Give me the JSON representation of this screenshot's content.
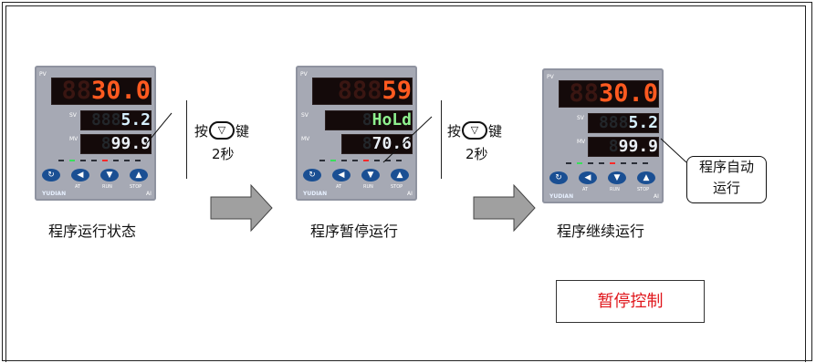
{
  "steps": [
    {
      "pv_label": "PV",
      "sv_label": "SV",
      "mv_label": "MV",
      "pv_ghost": "88",
      "pv": "30.0",
      "sv_ghost": "888",
      "sv": "5.2",
      "mv_ghost": "8",
      "mv": "99.9",
      "brand": "YUDIAN",
      "model": "AI",
      "btn_labels": [
        "AT",
        "RUN",
        "STOP"
      ],
      "caption": "程序运行状态"
    },
    {
      "pv_label": "PV",
      "sv_label": "SV",
      "mv_label": "MV",
      "pv_ghost": "888",
      "pv": "59",
      "sv_ghost": "8",
      "sv": "HoLd",
      "mv_ghost": "8",
      "mv": "70.6",
      "brand": "YUDIAN",
      "model": "AI",
      "btn_labels": [
        "AT",
        "RUN",
        "STOP"
      ],
      "caption": "程序暂停运行"
    },
    {
      "pv_label": "PV",
      "sv_label": "SV",
      "mv_label": "MV",
      "pv_ghost": "88",
      "pv": "30.0",
      "sv_ghost": "888",
      "sv": "5.2",
      "mv_ghost": "8",
      "mv": "99.9",
      "brand": "YUDIAN",
      "model": "AI",
      "btn_labels": [
        "AT",
        "RUN",
        "STOP"
      ],
      "caption": "程序继续运行"
    }
  ],
  "hints": [
    {
      "before": "按",
      "after": "键",
      "duration": "2秒"
    },
    {
      "before": "按",
      "after": "键",
      "duration": "2秒"
    }
  ],
  "callout": {
    "line1": "程序自动",
    "line2": "运行"
  },
  "title_box": "暂停控制",
  "colors": {
    "pv": "#ff5a20",
    "panel": "#a6a9b4",
    "button": "#1a4f93",
    "title_red": "#e0161b",
    "arrow": "#a0a0a0"
  },
  "icons": {
    "key": "down-arrow-key-icon",
    "refresh": "cycle-icon",
    "left": "left-arrow-icon",
    "down": "down-arrow-icon",
    "up": "up-arrow-icon"
  }
}
